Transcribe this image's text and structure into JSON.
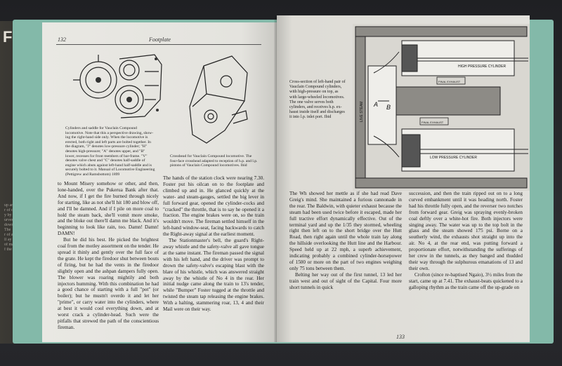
{
  "back_book": {
    "spine": "FO",
    "faint_lines": [
      "up and",
      "r of drive",
      "y by green",
      "urves were",
      "down by",
      "The",
      "r of a",
      "ll ay",
      "of mate",
      "f the"
    ]
  },
  "left_page": {
    "page_number": "132",
    "running_head": "Footplate",
    "caption_1_lines": [
      "Cylinders and saddle for Vauclain Compound",
      "locomotive. Note that this a perspective drawing, show-",
      "ing the right-hand side only. When the locomotive is",
      "erected, both right and left parts are bolted together. In",
      "the diagram, \"J\" denotes low-pressure cylinder; \"H\"",
      "denotes high-pressure; \"A\" denotes upper, and \"B\"",
      "lower, recesses for front members of bar-frame. \"V\"",
      "denotes valve chest and \"C\" denotes half-saddle of",
      "engine which abuts against left-hand half-saddle and is",
      "securely bolted to it. Manual of Locomotive Engineering",
      "(Pettigrew and Ramsbottom) 1899"
    ],
    "caption_2_lines": [
      "Crosshead for Vauclain Compound locomotive. The",
      "four-face crosshead adapted to reception of h.p. and l.p.",
      "pistons of Vauclain Compound locomotives. Ibid"
    ],
    "col1": [
      "to Mount Misery somehow or other, and then, lone-handed, over the Pukerua Bank after that. And now, if I get the fire burned through nicely for starting, like as not she'll hit 180 and blow off, and I'll be damned. And if I pile on more coal to hold the steam back, she'll vomit more smoke, and the bloke out there'll damn me black. And it's beginning to look like rain, too. Damn! Damn! DAMN!",
      "But he did his best. He picked the brightest coal from the motley assortment on the tender. He spread it thinly and gently over the full face of the grate. He kept the firedoor shut between bouts of firing, but he had the vents in the firedoor slightly open and the ashpan dampers fully open. The blower was roaring mightily and both injectors humming. With this combination he had a good chance of starting with a full \"pot\" (or boiler); but he mustn't overdo it and let her \"prime\", or carry water into the cylinders, where at best it would cool everything down, and at worst crack a cylinder-head. Such were the pitfalls that strewed the path of the conscientious fireman."
    ],
    "col2": [
      "The hands of the station clock were nearing 7.30. Foster put his oilcan on to the footplate and climbed up and in. He glanced quickly at the water- and steam-gauges, settled the big lever in full forward gear, opened the cylinder-cocks and \"cracked\" the throttle, that is to say he opened it a fraction. The engine brakes were on, so the train wouldn't move. The fireman settled himself in the left-hand window-seat, facing backwards to catch the Right-away signal at the earliest moment.",
      "The Stationmaster's bell, the guard's Right-away whistle and the safety-valve all gave tongue at the same instant. The fireman passed the signal with his left hand, and the driver was prompt to drown the safety-valve's escaping blast with the blare of his whistle, which was answered straight away by the whistle of No 4 in the rear. Her initial nudge came along the train to 13's tender, while \"Bumper\" Foster tugged at the throttle and twisted the steam tap releasing the engine brakes. With a halting, stammering roar, 13, 4 and their Mail were on their way."
    ]
  },
  "right_page": {
    "page_number": "133",
    "caption_lines": [
      "Cross-section of left-hand pair of",
      "Vauclain Compound cylinders,",
      "with high-pressure on top, as",
      "with large-wheeled locomotives.",
      "The one valve serves both",
      "cylinders, and receives h.p. ex-",
      "haust inside itself and discharges",
      "it into l.p. inlet port. Ibid"
    ],
    "diagram_labels": {
      "high_pressure": "HIGH PRESSURE CYLINDER",
      "low_pressure": "LOW PRESSURE CYLINDER",
      "final_exhaust_top": "FINAL EXHAUST",
      "final_exhaust_bottom": "FINAL EXHAUST",
      "live_steam": "LIVE STEAM",
      "letter_a": "A",
      "letter_b": "B"
    },
    "col1": [
      "The Wh showed her mettle as if she had read Dave Greig's mind. She maintained a furious cannonade in the rear. The Baldwin, with quieter exhaust because the steam had been used twice before it escaped, made her full tractive effort dynamically effective. Out of the terminal yard and up the 1/35 they stormed, wheeling right then left on to the short bridge over the Hutt Road, then right again until the whole train lay along the hillside overlooking the Hutt line and the Harbour. Speed held up at 22 mph, a superb achievement, indicating probably a combined cylinder-horsepower of 1500 or more on the part of two engines weighing only 75 tons between them.",
      "Belting her way out of the first tunnel, 13 led her train west and out of sight of the Capital. Four more short tunnels in quick"
    ],
    "col2": [
      "succession, and then the train ripped out on to a long curved embankment until it was heading north. Foster had his throttle fully open, and the reverser two notches from forward gear. Greig was spraying evenly-broken coal deftly over a white-hot fire. Both injectors were singing away. The water was up to the top bolt in the glass and the steam showed 175 psi. Borne on a southerly wind, the exhausts shot straight up into the air. No 4, at the rear end, was putting forward a proportionate effort, notwithstanding the sufferings of her crew in the tunnels, as they banged and thudded their way through the sulphurous emanations of 13 and their own.",
      "Crofton (since re-baptised Ngaio), 3½ miles from the start, came up at 7.41. The exhaust-beats quickened to a galloping rhythm as the train came off the up-grade on"
    ]
  },
  "colors": {
    "cover": "#83b9a9",
    "paper": "#e4e2dc",
    "ink": "#1d1d1d"
  }
}
